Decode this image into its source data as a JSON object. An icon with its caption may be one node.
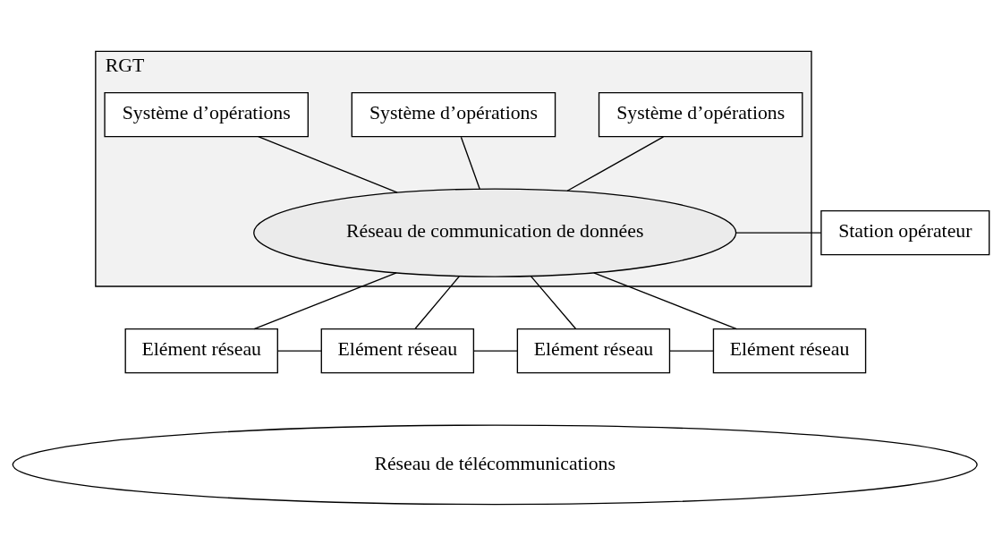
{
  "diagram": {
    "nodes": [
      {
        "text": [
          "RGT"
        ]
      },
      {
        "text": [
          "Système d’opérations"
        ],
        "in": 0
      },
      {
        "text": [
          "Système d’opérations"
        ],
        "in": 0
      },
      {
        "text": [
          "Système d’opérations"
        ],
        "in": 0
      },
      {
        "text": [
          "Station opérateur"
        ]
      },
      {
        "text": [
          "Réseau de communication de données"
        ],
        "in": 0
      },
      {
        "text": [
          "Elément réseau"
        ]
      },
      {
        "text": [
          "Elément réseau"
        ]
      },
      {
        "text": [
          "Elément réseau"
        ]
      },
      {
        "text": [
          "Elément réseau"
        ]
      },
      {
        "text": [
          "Réseau de télécommunications"
        ]
      }
    ],
    "edges": [
      {
        "from": 1,
        "to": 5,
        "arrow": "none"
      },
      {
        "from": 2,
        "to": 5,
        "arrow": "none"
      },
      {
        "from": 3,
        "to": 5,
        "arrow": "none"
      },
      {
        "from": 4,
        "to": 5,
        "arrow": "none"
      },
      {
        "from": 5,
        "to": 6,
        "arrow": "none"
      },
      {
        "from": 5,
        "to": 7,
        "arrow": "none"
      },
      {
        "from": 5,
        "to": 8,
        "arrow": "none"
      },
      {
        "from": 5,
        "to": 9,
        "arrow": "none"
      },
      {
        "from": 6,
        "to": 7,
        "arrow": "none"
      },
      {
        "from": 7,
        "to": 8,
        "arrow": "none"
      },
      {
        "from": 8,
        "to": 9,
        "arrow": "none"
      }
    ]
  }
}
